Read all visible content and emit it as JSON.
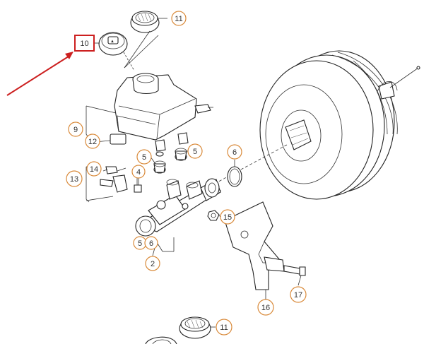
{
  "diagram": {
    "callouts": [
      {
        "id": "c11a",
        "label": "11"
      },
      {
        "id": "c10",
        "label": "10"
      },
      {
        "id": "c9",
        "label": "9"
      },
      {
        "id": "c12",
        "label": "12"
      },
      {
        "id": "c5a",
        "label": "5"
      },
      {
        "id": "c5b",
        "label": "5"
      },
      {
        "id": "c6",
        "label": "6"
      },
      {
        "id": "c4",
        "label": "4"
      },
      {
        "id": "c14",
        "label": "14"
      },
      {
        "id": "c13",
        "label": "13"
      },
      {
        "id": "c15",
        "label": "15"
      },
      {
        "id": "c5c",
        "label": "5"
      },
      {
        "id": "c6b",
        "label": "6"
      },
      {
        "id": "c2",
        "label": "2"
      },
      {
        "id": "c17",
        "label": "17"
      },
      {
        "id": "c16",
        "label": "16"
      },
      {
        "id": "c11b",
        "label": "11"
      }
    ],
    "colors": {
      "callout_outline": "#d98a3a",
      "highlight_box": "#cc1f1f",
      "highlight_arrow": "#cc1f1f",
      "line": "#222222"
    }
  }
}
